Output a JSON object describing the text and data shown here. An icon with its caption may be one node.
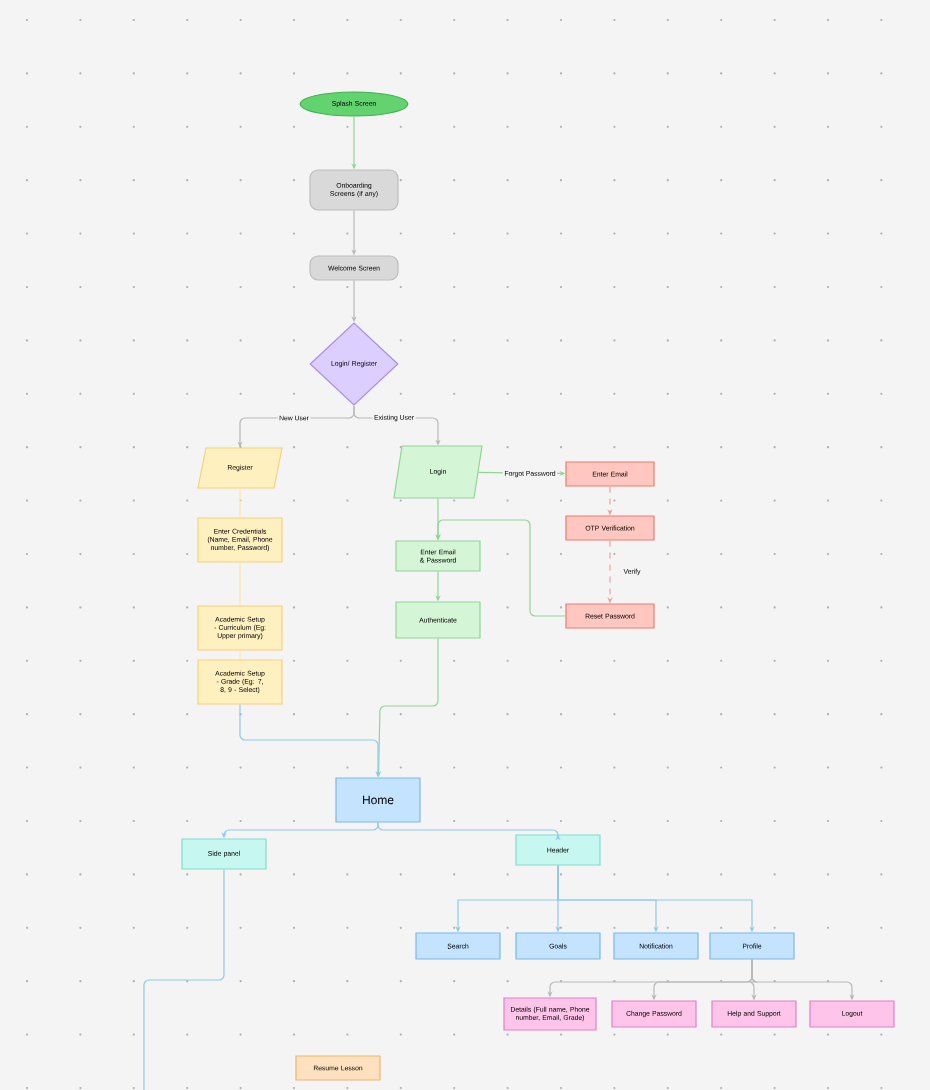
{
  "diagram": {
    "nodes": [
      {
        "text": [
          "Splash Screen"
        ]
      },
      {
        "text": [
          "Onboarding Screens (if any)"
        ]
      },
      {
        "text": [
          "Welcome Screen"
        ]
      },
      {
        "text": [
          "Login/ Register"
        ]
      },
      {
        "text": [
          "Register"
        ]
      },
      {
        "text": [
          "Login"
        ]
      },
      {
        "text": [
          "Enter Email"
        ]
      },
      {
        "text": [
          "OTP Verification"
        ]
      },
      {
        "text": [
          "Reset Password"
        ]
      },
      {
        "text": [
          "Enter Credentials (Name, Email, Phone number, Password)"
        ]
      },
      {
        "text": [
          "Enter Email & Password"
        ]
      },
      {
        "text": [
          "Academic Setup - Curriculum (Eg: Upper primary)"
        ]
      },
      {
        "text": [
          "Authenticate"
        ]
      },
      {
        "text": [
          "Academic Setup - Grade (Eg: 7, 8, 9 - Select)"
        ]
      },
      {
        "text": [
          "Home"
        ]
      },
      {
        "text": [
          "Side panel"
        ]
      },
      {
        "text": [
          "Header"
        ]
      },
      {
        "text": [
          "Search"
        ]
      },
      {
        "text": [
          "Goals"
        ]
      },
      {
        "text": [
          "Notification"
        ]
      },
      {
        "text": [
          "Profile"
        ]
      },
      {
        "text": [
          "Details (Full name, Phone number, Email, Grade)"
        ]
      },
      {
        "text": [
          "Change Password"
        ]
      },
      {
        "text": [
          "Help and Support"
        ]
      },
      {
        "text": [
          "Logout"
        ]
      },
      {
        "text": [
          "Resume Lesson"
        ]
      }
    ],
    "edges": [
      {
        "from": 0,
        "to": 1,
        "arrow": "to",
        "color": "#8fd694"
      },
      {
        "from": 1,
        "to": 2,
        "arrow": "to"
      },
      {
        "from": 2,
        "to": 3,
        "arrow": "to"
      },
      {
        "from": 3,
        "to": 4,
        "arrow": "to",
        "label": "New User"
      },
      {
        "from": 3,
        "to": 5,
        "arrow": "to",
        "label": "Existing User"
      },
      {
        "from": 5,
        "to": 6,
        "arrow": "to",
        "label": "Forgot Password",
        "color": "#8fd694"
      },
      {
        "from": 6,
        "to": 7,
        "arrow": "to",
        "style": "dashed",
        "color": "#f0a09a"
      },
      {
        "from": 7,
        "to": 8,
        "arrow": "to",
        "style": "dashed",
        "label": "Verify",
        "color": "#f0a09a"
      },
      {
        "from": 8,
        "to": 10,
        "arrow": "to",
        "color": "#8fd694"
      },
      {
        "from": 5,
        "to": 10,
        "arrow": "to",
        "color": "#8fd694"
      },
      {
        "from": 10,
        "to": 12,
        "arrow": "to",
        "color": "#8fd694"
      },
      {
        "from": 12,
        "to": 14,
        "arrow": "to",
        "color": "#8fd694"
      },
      {
        "from": 4,
        "to": 9,
        "arrow": "none",
        "color": "#ffe4a8"
      },
      {
        "from": 9,
        "to": 11,
        "arrow": "none",
        "color": "#ffe4a8"
      },
      {
        "from": 11,
        "to": 13,
        "arrow": "none",
        "color": "#ffe4a8"
      },
      {
        "from": 13,
        "to": 14,
        "arrow": "to",
        "color": "#90c8f0"
      },
      {
        "from": 14,
        "to": 15,
        "arrow": "to",
        "color": "#90c8f0"
      },
      {
        "from": 14,
        "to": 16,
        "arrow": "to",
        "color": "#90c8f0"
      },
      {
        "from": 16,
        "to": 17,
        "arrow": "to",
        "color": "#90c8f0"
      },
      {
        "from": 16,
        "to": 18,
        "arrow": "to",
        "color": "#90c8f0"
      },
      {
        "from": 16,
        "to": 19,
        "arrow": "to",
        "color": "#90c8f0"
      },
      {
        "from": 16,
        "to": 20,
        "arrow": "to",
        "color": "#90c8f0"
      },
      {
        "from": 20,
        "to": 21,
        "arrow": "to"
      },
      {
        "from": 20,
        "to": 22,
        "arrow": "to"
      },
      {
        "from": 20,
        "to": 23,
        "arrow": "to"
      },
      {
        "from": 20,
        "to": 24,
        "arrow": "to"
      },
      {
        "from": 15,
        "to": null,
        "arrow": "none",
        "color": "#90c8f0"
      }
    ]
  }
}
